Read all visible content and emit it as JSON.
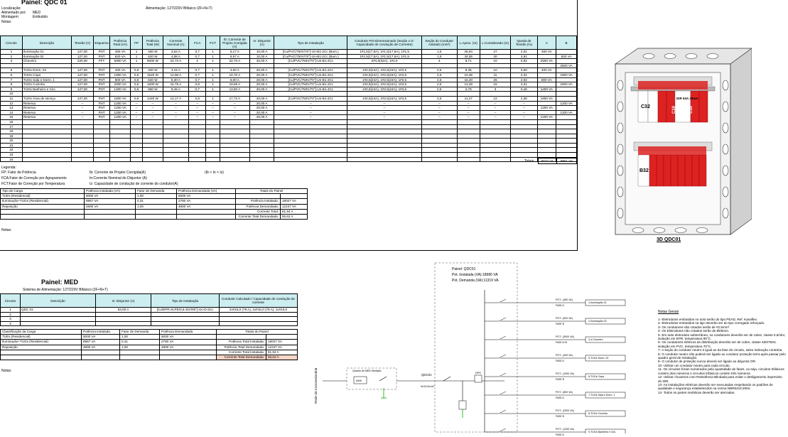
{
  "qdc01": {
    "title": "Painel: QDC 01",
    "meta": [
      {
        "k": "Localização:",
        "v": ""
      },
      {
        "k": "Alimentado por:",
        "v": "MED"
      },
      {
        "k": "Montagem:",
        "v": "Embutido"
      },
      {
        "k": "Notas:",
        "v": ""
      }
    ],
    "alimentacao": "Alimentação: 127/220V Bifásico (2F+N+T)",
    "headers": [
      "Circuito",
      "Descrição",
      "Tensão (V)",
      "Esquema",
      "Potência Total (VA)",
      "FP",
      "Potência Total (W)",
      "Corrente Nominal (A)",
      "FCA",
      "FCT",
      "Ib: Corrente de Projeto Corrigida (A)",
      "In: Disjuntor (A)",
      "Tipo de Instalação",
      "Condutor Pré-Dimensionado (Seção x Iz: Capacidade de condução de Corrente)",
      "Seção do Condutor Adotado (mm²)",
      "L.Aprox. (m)",
      "L.Considerado (m)",
      "Queda de Tensão (%)",
      "A",
      "B"
    ],
    "rows": [
      [
        "1",
        "Iluminação 01",
        "127,00",
        "FNT",
        "460 VA",
        "1",
        "460 W",
        "3,62 A",
        "0,7",
        "1",
        "5,17 A",
        "10,00 A",
        "[Cu/PVC/750V/70°]-Un-B1-2Cc (Bum.)",
        "1#1,5(17,5A), 1#1,5(17,5A), 1#1,5",
        "1,5",
        "26,94",
        "27",
        "2,01",
        "460 VA",
        ""
      ],
      [
        "2",
        "Iluminação 02",
        "127,00",
        "FNT",
        "620 VA",
        "1",
        "620 W",
        "4,88 A",
        "0,7",
        "1",
        "6,97 A",
        "10,00 A",
        "[Cu/PVC/750V/70°]-Un-B1-2Cc (Bum.)",
        "1#1,5(17,5A), 1#1,5(17,5A), 1#1,5",
        "1,5",
        "34,55",
        "30",
        "3,91",
        "",
        "620 VA"
      ],
      [
        "3",
        "Chuveiro",
        "220,00",
        "FFT",
        "5000 VA",
        "1",
        "5000 W",
        "22,73 A",
        "1",
        "1",
        "22,73 A",
        "32,00 A",
        "[Cu/PVC/750V/70°]-Un-B1-2Cc",
        "2#4,0(32A), 1#4,0",
        "4",
        "8,71",
        "10",
        "0,92",
        "2500 VA",
        ""
      ],
      [
        "",
        "",
        "",
        "",
        "",
        "",
        "",
        "",
        "",
        "",
        "",
        "",
        "",
        "",
        "",
        "",
        "",
        "",
        "",
        "2500 VA"
      ],
      [
        "5",
        "TUGs Dorm. 02",
        "127,00",
        "FNT",
        "400 VA",
        "0,8",
        "320 W",
        "3,15 A",
        "0,7",
        "1",
        "4,50 A",
        "20,00 A",
        "[Cu/PVC/750V/70°]-Un-B1-2Cc",
        "1#2,5(24A), 1#2,5(24A), 1#2,5",
        "2,5",
        "9,35",
        "10",
        "0,50",
        "400 VA",
        ""
      ],
      [
        "6",
        "TUGs Copa",
        "127,00",
        "FNT",
        "1900 VA",
        "0,8",
        "1520 W",
        "14,96 A",
        "0,7",
        "1",
        "10,70 A",
        "20,00 A",
        "[Cu/PVC/750V/70°]-Un-B1-2Cc",
        "1#2,5(24A), 1#2,5(24A), 1#2,5",
        "2,5",
        "10,36",
        "11",
        "2,31",
        "",
        "1900 VA"
      ],
      [
        "7",
        "TUGs Sala e Dorm. 1",
        "127,00",
        "FNT",
        "800 VA",
        "0,8",
        "640 W",
        "6,30 A",
        "0,7",
        "1",
        "9,00 A",
        "20,00 A",
        "[Cu/PVC/750V/70°]-Un-B1-2Cc",
        "1#2,5(24A), 1#2,5(24A), 1#2,5",
        "2,5",
        "16,20",
        "26",
        "2,02",
        "800 VA",
        ""
      ],
      [
        "8",
        "TUGs Cozinha",
        "127,00",
        "FNT",
        "2000 VA",
        "0,8",
        "1600 W",
        "15,75 A",
        "0,8",
        "1",
        "19,69 A",
        "20,00 A",
        "[Cu/PVC/750V/70°]-Un-B1-2Cc",
        "1#2,5(24A), 1#2,5(24A), 1#2,5",
        "2,5",
        "13,49",
        "15",
        "3,31",
        "",
        "2000 VA"
      ],
      [
        "9",
        "TUGs Banheiro e Circ.",
        "127,00",
        "FNT",
        "1200 VA",
        "0,8",
        "960 W",
        "9,45 A",
        "0,7",
        "1",
        "13,50 A",
        "20,00 A",
        "[Cu/PVC/750V/70°]-Un-B1-2Cc",
        "1#2,5(24A), 1#2,5(24A), 1#2,5",
        "2,5",
        "2,78",
        "3",
        "0,46",
        "1200 VA",
        ""
      ],
      [
        "10",
        "",
        "",
        "",
        "",
        "",
        "",
        "",
        "",
        "",
        "",
        "",
        "",
        "",
        "",
        "",
        "",
        "",
        "",
        ""
      ],
      [
        "11",
        "TUGs Área de serviço",
        "127,00",
        "FNT",
        "1800 VA",
        "0,8",
        "1440 W",
        "14,17 A",
        "0,8",
        "1",
        "17,72 A",
        "20,00 A",
        "[Cu/PVC/750V/70°]-Un-B1-2Cc",
        "1#2,5(24A), 1#2,5(24A), 1#2,5",
        "2,5",
        "11,27",
        "12",
        "2,36",
        "1800 VA",
        ""
      ],
      [
        "12",
        "Reserva",
        "--",
        "FNT",
        "1200 VA",
        "--",
        "--",
        "--",
        "--",
        "--",
        "--",
        "20,00 A",
        "--",
        "--",
        "--",
        "--",
        "--",
        "--",
        "",
        "1200 VA"
      ],
      [
        "13",
        "Reserva",
        "--",
        "FNT",
        "1200 VA",
        "--",
        "--",
        "--",
        "--",
        "--",
        "--",
        "20,00 A",
        "--",
        "--",
        "--",
        "--",
        "--",
        "--",
        "1200 VA",
        ""
      ],
      [
        "14",
        "Reserva",
        "--",
        "FNT",
        "1200 VA",
        "--",
        "--",
        "--",
        "--",
        "--",
        "--",
        "20,00 A",
        "--",
        "--",
        "--",
        "--",
        "--",
        "--",
        "",
        "1200 VA"
      ],
      [
        "15",
        "Reserva",
        "--",
        "FNT",
        "1200 VA",
        "--",
        "--",
        "--",
        "--",
        "--",
        "--",
        "20,00 A",
        "--",
        "--",
        "--",
        "--",
        "--",
        "--",
        "1200 VA",
        ""
      ],
      [
        "16",
        "",
        "",
        "",
        "",
        "",
        "",
        "",
        "",
        "",
        "",
        "",
        "",
        "",
        "",
        "",
        "",
        "",
        "",
        ""
      ],
      [
        "17",
        "",
        "",
        "",
        "",
        "",
        "",
        "",
        "",
        "",
        "",
        "",
        "",
        "",
        "",
        "",
        "",
        "",
        "",
        ""
      ],
      [
        "18",
        "",
        "",
        "",
        "",
        "",
        "",
        "",
        "",
        "",
        "",
        "",
        "",
        "",
        "",
        "",
        "",
        "",
        "",
        ""
      ],
      [
        "19",
        "",
        "",
        "",
        "",
        "",
        "",
        "",
        "",
        "",
        "",
        "",
        "",
        "",
        "",
        "",
        "",
        "",
        "",
        ""
      ],
      [
        "20",
        "",
        "",
        "",
        "",
        "",
        "",
        "",
        "",
        "",
        "",
        "",
        "",
        "",
        "",
        "",
        "",
        "",
        "",
        ""
      ],
      [
        "21",
        "",
        "",
        "",
        "",
        "",
        "",
        "",
        "",
        "",
        "",
        "",
        "",
        "",
        "",
        "",
        "",
        "",
        "",
        ""
      ],
      [
        "22",
        "",
        "",
        "",
        "",
        "",
        "",
        "",
        "",
        "",
        "",
        "",
        "",
        "",
        "",
        "",
        "",
        "",
        "",
        ""
      ],
      [
        "23",
        "",
        "",
        "",
        "",
        "",
        "",
        "",
        "",
        "",
        "",
        "",
        "",
        "",
        "",
        "",
        "",
        "",
        "",
        ""
      ],
      [
        "24",
        "",
        "",
        "",
        "",
        "",
        "",
        "",
        "",
        "",
        "",
        "",
        "",
        "",
        "",
        "",
        "",
        "",
        "",
        ""
      ]
    ],
    "totais_label": "Totais:",
    "total_a": "9077 VA",
    "total_b": "8951 VA",
    "legenda_title": "Legenda:",
    "legenda": [
      [
        "FP: Fator de Potência",
        "Ib: Corrente de Projeto Corrigida(A)",
        "(Ib < In < Iz)"
      ],
      [
        "FCA:Fator de Correção por Agrupamento",
        "In:Corrente Nominal do Disjuntor (A)",
        ""
      ],
      [
        "FCT:Fator de Correção por Temperatura",
        "Iz: Capacidade de condução de corrente do condutor(A)",
        ""
      ]
    ],
    "carga_headers": [
      "Tipo de Carga",
      "Potência Instalada (VA)",
      "Fator de Demanda",
      "Potência Demandada (VA)",
      "Totais do Painel"
    ],
    "carga_rows": [
      [
        "TUEs (Residencial)",
        "5000 VA",
        "1,00",
        "5000 VA",
        "",
        ""
      ],
      [
        "Iluminação+TUGs (Residencial)",
        "8967 VA",
        "0,31",
        "2780 VA",
        "Potência Instalada:",
        "18027 VA"
      ],
      [
        "Reposição",
        "4800 VA",
        "1,00",
        "4800 VA",
        "Potência Demandada:",
        "12237 VA"
      ],
      [
        "",
        "",
        "",
        "",
        "Corrente Total:",
        "81,94 A"
      ],
      [
        "",
        "",
        "",
        "",
        "Corrente Total Demandada:",
        "55,62 A"
      ]
    ],
    "notas": "Notas:"
  },
  "model3d": {
    "label": "3D QDC01",
    "breakers_top": [
      "C32",
      "C10",
      "C10",
      "IDR 63A 30mA"
    ],
    "breakers_bottom": [
      "B32"
    ]
  },
  "med": {
    "title": "Painel: MED",
    "sistema": "Sistema de Alimentação: 127/220V Bifásico (2F+N+T)",
    "headers": [
      "Circuito",
      "Descrição",
      "In: Disjuntor (A)",
      "Tipo de Instalação",
      "Condutor Calculado / Capacidade de condução de corrente"
    ],
    "rows": [
      [
        "1",
        "QDC 01",
        "63,00 A",
        "[Cu/EPR-XLPE/0,6-1kV/90°]-Un-D-3Cc",
        "2x#16,0 (79 A), 1x#16,0 (79 A), 1x#10,0"
      ],
      [
        "2",
        "",
        "",
        "",
        ""
      ],
      [
        "3",
        "",
        "",
        "",
        ""
      ],
      [
        "4",
        "",
        "",
        "",
        ""
      ]
    ],
    "carga_headers": [
      "Classificação da Carga",
      "Potência Instalada",
      "Fator de Demanda",
      "Potência Demandada",
      "Totais do Painel"
    ],
    "carga_rows": [
      [
        "TUEs (Residencial)",
        "5000 VA",
        "1,00",
        "5000 VA",
        "",
        ""
      ],
      [
        "Iluminação+TUGs (Residencial)",
        "8967 VA",
        "0,31",
        "2780 VA",
        "Potência Total Instalada:",
        "18027 VA"
      ],
      [
        "Reposição",
        "4800 VA",
        "1,00",
        "4800 VA",
        "Potência Total Demandada:",
        "12237 VA"
      ],
      [
        "",
        "",
        "",
        "",
        "Corrente Total Instalada:",
        "81,94 A"
      ],
      [
        "",
        "",
        "",
        "",
        "Corrente Total Demandada:",
        "55,62 A"
      ]
    ],
    "notas": "Notas:"
  },
  "diagram": {
    "painel": "Painel: QDC01",
    "pot_inst": "Pot. Instalada (VA):18980 VA",
    "pot_dem": "Pot. Demanda (VA):11319 VA",
    "rede": "Rede da Concessionária",
    "medidor": "Quadro de MED Medição",
    "kwh": "kWh",
    "qdc": "QDC01",
    "fios": "4x10,0mm²",
    "dps": "DPS",
    "circuits": [
      {
        "pot": "POT.: (460 VA)",
        "fase": "FASE A",
        "name": "1-Iluminação 01"
      },
      {
        "pot": "POT.: (620 VA)",
        "fase": "FASE B",
        "name": "2-Iluminação 02"
      },
      {
        "pot": "POT.: (5000 VA)",
        "fase": "FASE A+B",
        "name": "3,4-Chuveiro"
      },
      {
        "pot": "POT.: (400 VA)",
        "fase": "FASE A",
        "name": "5-TUGs Dorm. 02"
      },
      {
        "pot": "POT.: (1900 VA)",
        "fase": "FASE B",
        "name": "6-TUGs Copa"
      },
      {
        "pot": "POT.: (800 VA)",
        "fase": "FASE A",
        "name": "7-TUGs Sala e Dorm. 1"
      },
      {
        "pot": "POT.: (2000 VA)",
        "fase": "FASE B",
        "name": "8-TUGs Cozinha"
      },
      {
        "pot": "POT.: (1200 VA)",
        "fase": "FASE A",
        "name": "9-TUGs Banheiro e Circ."
      }
    ]
  },
  "notas_gerais": {
    "title": "Notas Gerais",
    "items": [
      "1- Eletrodutos embutidos no solo serão do tipo PEAD, Ref. Kanaflex.",
      "2- Eletrodutos embutidos na laje deverão ser do tipo corrugado reforçado.",
      "3- Os condutores não cotados serão de #2,5mm²",
      "4- Os Eletrodutos não cotados serão de Ø25mm.",
      "5- Em todo eletroduto subterrâneo, os condutores deverão ser de cobre, classe 0,6/1kV, isolação em EPR, temperatura 90°C.",
      "6- Os condutores elétricos de distribuição deverão ser de cobre, classe 450/750V, isolação em PVC, temperatura 70°C.",
      "7- A seção do condutor neutro é igual ao da fase do circuito, salvo indicação contrária.",
      "8- O condutor neutro não poderá ser ligado ao condutor proteção terra após passar pelo quadro geral de instalação.",
      "9- O condutor de proteção nunca deverá ser ligado ao disjuntor DR.",
      "10- Utilizar um condutor neutro para cada circuito.",
      "11- Os circuitos foram numerados pela quantidade de fases, ou seja, circuitos trifásicos contém dois números e circuitos trifásicos contém três números.",
      "12- Utilizar chuveiros com Resistência Blindada para evitar o desligamento imprevisto do IDR.",
      "13- As instalações elétricas deverão ser executadas respeitando os padrões de qualidade e segurança estabelecidos na norma NBR5410:2004.",
      "14- Todos os partes metálicas deverão ser aterradas."
    ]
  }
}
